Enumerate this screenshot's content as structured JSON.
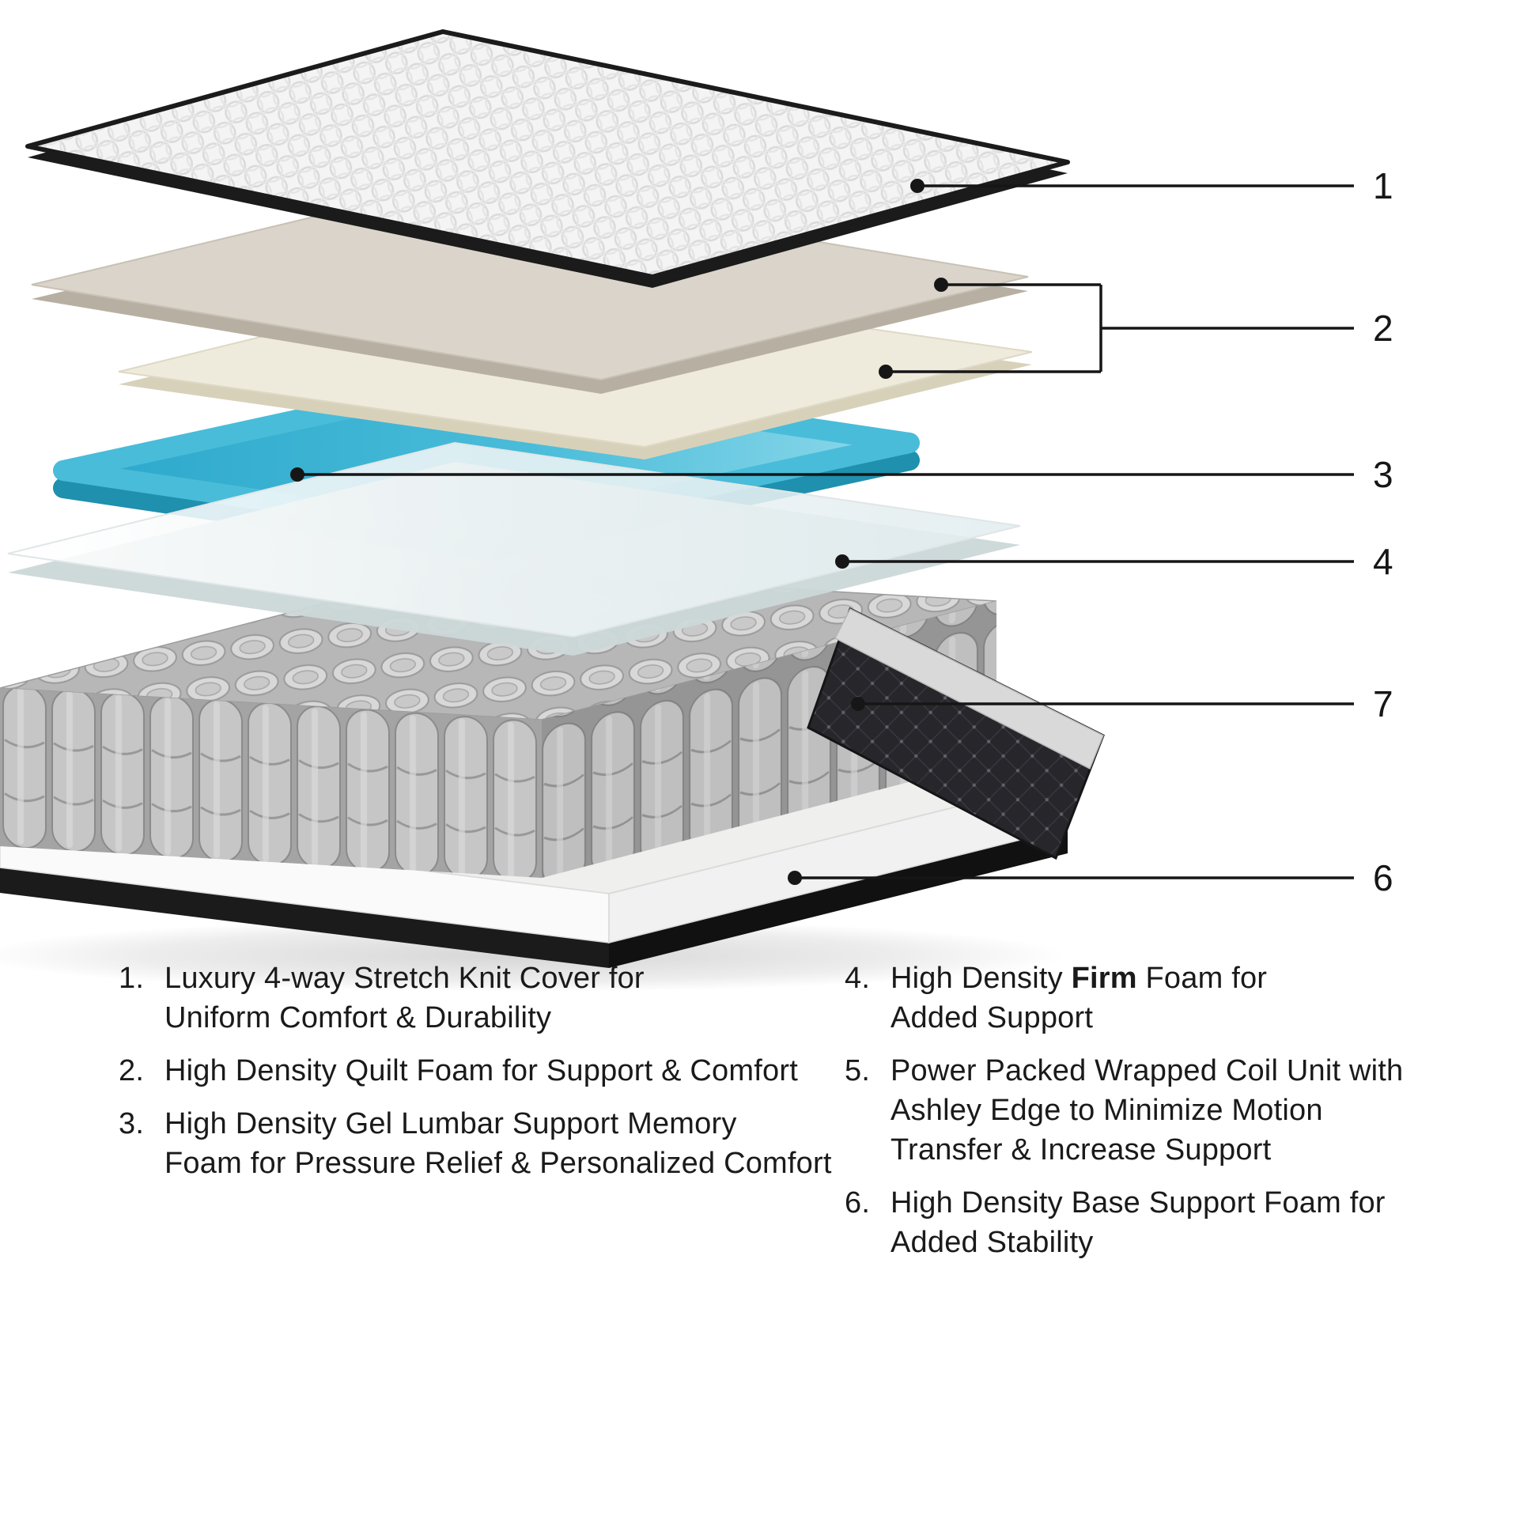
{
  "callouts": {
    "c1": "1",
    "c2": "2",
    "c3": "3",
    "c4": "4",
    "c7": "7",
    "c6": "6"
  },
  "legend": {
    "left": [
      {
        "num": "1.",
        "line1": "Luxury 4-way Stretch Knit Cover for",
        "line2": "Uniform Comfort & Durability"
      },
      {
        "num": "2.",
        "line1": "High Density Quilt Foam for Support & Comfort"
      },
      {
        "num": "3.",
        "line1": "High Density Gel Lumbar Support Memory",
        "line2": "Foam for Pressure Relief & Personalized Comfort"
      }
    ],
    "right": [
      {
        "num": "4.",
        "l1a": "High Density",
        "l1b": "Firm",
        "l1c": "Foam for",
        "line2": "Added Support"
      },
      {
        "num": "5.",
        "line1": "Power Packed Wrapped Coil Unit with",
        "line2": "Ashley Edge to Minimize Motion",
        "line3": "Transfer & Increase Support"
      },
      {
        "num": "6.",
        "line1": "High Density Base Support Foam for",
        "line2": "Added Stability"
      }
    ]
  },
  "colors": {
    "text": "#1a1a1a",
    "callout_line": "#161616",
    "cover_trim_black": "#1b1b1b",
    "quilt_foam_beige": "#dad4ca",
    "comfort_foam_cream": "#efebdc",
    "gel_blue": "#3db4d6",
    "firm_foam_white": "#eef4f5",
    "coil_gray": "#cacaca",
    "edge_fabric_dark": "#27272b",
    "base_white": "#fafafa"
  }
}
